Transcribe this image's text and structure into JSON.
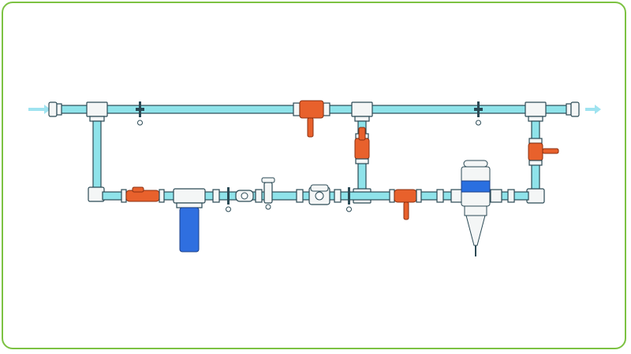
{
  "colors": {
    "frame_border": "#7cc242",
    "pipe_fill": "#8fe3ea",
    "pipe_outline": "#2b4a55",
    "fitting_fill": "#f4f6f6",
    "valve_fill": "#e8612c",
    "valve_dark": "#b8421a",
    "filter_fill": "#2f6fe0",
    "flow_arrow": "#9fe3f0",
    "injector_band": "#2a6fe0"
  },
  "diagram": {
    "flow_direction": "left-to-right",
    "components": [
      "inlet-fitting",
      "main-line",
      "gate-valve-main",
      "bypass-valve-vertical",
      "bypass-valve-right",
      "ball-valve-lower-left",
      "water-filter",
      "pressure-gauge",
      "pressure-regulator",
      "water-meter",
      "ball-valve-lower-mid",
      "dosing-injector",
      "outlet-fitting"
    ]
  }
}
